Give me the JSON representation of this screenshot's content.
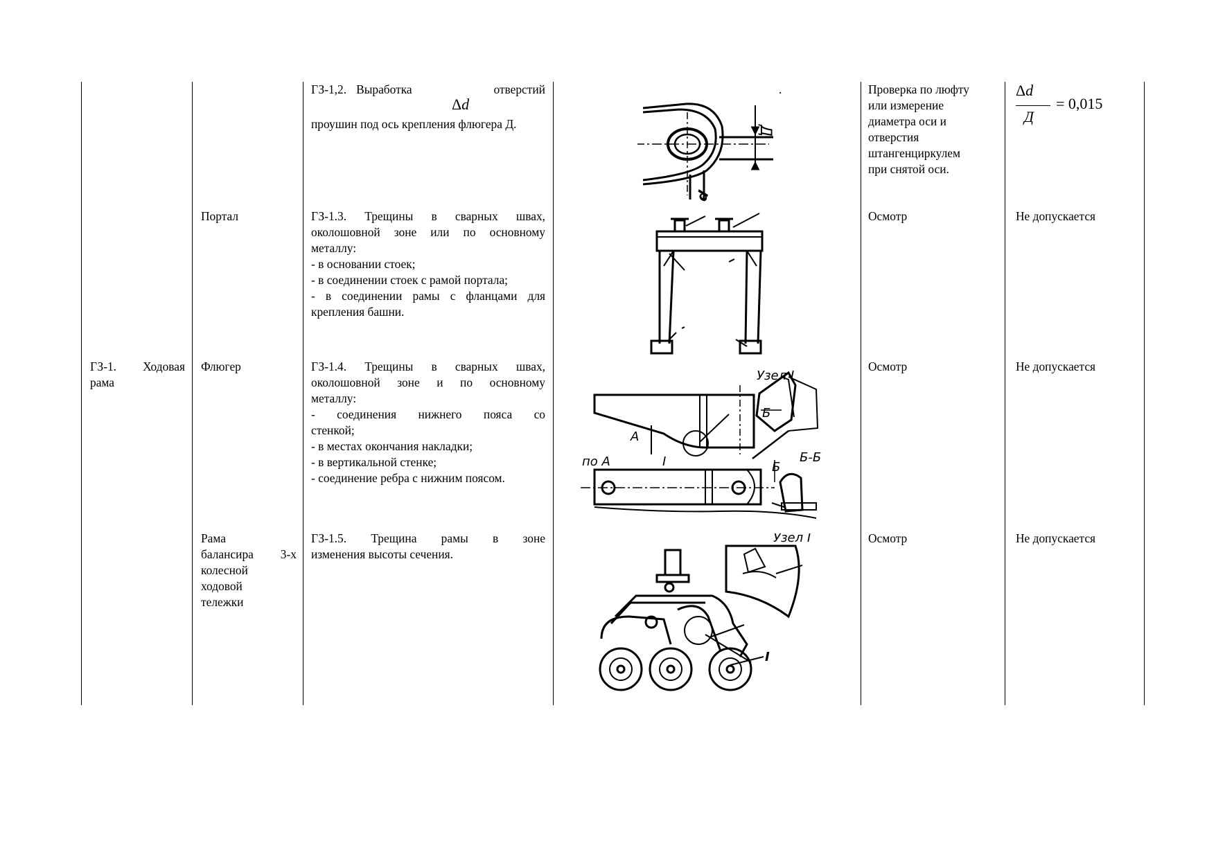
{
  "table": {
    "group": {
      "code": "ГЗ-1.",
      "name": "Ходовая",
      "name2": "рама"
    },
    "rows": [
      {
        "element": "",
        "defect_line1_a": "ГЗ-1,",
        "defect_line1_b": "2.",
        "defect_line1_c": "Выработка",
        "defect_line1_d": "отверстий",
        "defect_symbol": "d",
        "defect_symbol_delta": "Δ",
        "defect_rest": "проушин под ось крепления флюгера Д.",
        "figure_dot": ".",
        "method": [
          "Проверка по люфту",
          "или измерение",
          "диаметра оси и",
          "отверстия",
          "штангенциркулем",
          "при снятой оси."
        ],
        "limit_formula": {
          "numerator_delta": "Δ",
          "numerator_var": "d",
          "denominator": "Д",
          "rhs": "= 0,015"
        }
      },
      {
        "element": "Портал",
        "defect_lines": [
          "ГЗ-1.3. Трещины в сварных швах,",
          "околошовной зоне или по основному",
          "металлу:",
          "- в основании стоек;",
          "- в соединении стоек с рамой портала;",
          "- в соединении рамы с фланцами для",
          "крепления башни."
        ],
        "method": "Осмотр",
        "limit": "Не допускается"
      },
      {
        "element": "Флюгер",
        "defect_lines": [
          "ГЗ-1.4. Трещины в сварных швах,",
          "околошовной зоне и по основному",
          "металлу:",
          "- соединения нижнего пояса со",
          "стенкой;",
          "- в местах окончания накладки;",
          "- в вертикальной стенке;",
          "- соединение ребра с нижним поясом."
        ],
        "figure_labels": {
          "node": "Узел I",
          "a": "А",
          "section_a": "по А",
          "one": "I",
          "b": "Б",
          "b2": "Б",
          "section_b": "Б-Б"
        },
        "method": "Осмотр",
        "limit": "Не допускается"
      },
      {
        "element_lines": [
          "Рама",
          "балансира 3-х",
          "колесной",
          "ходовой",
          "тележки"
        ],
        "defect_lines": [
          "ГЗ-1.5. Трещина рамы в зоне",
          "изменения высоты сечения."
        ],
        "figure_labels": {
          "node": "Узел I",
          "one": "I"
        },
        "method": "Осмотр",
        "limit": "Не допускается"
      }
    ]
  }
}
